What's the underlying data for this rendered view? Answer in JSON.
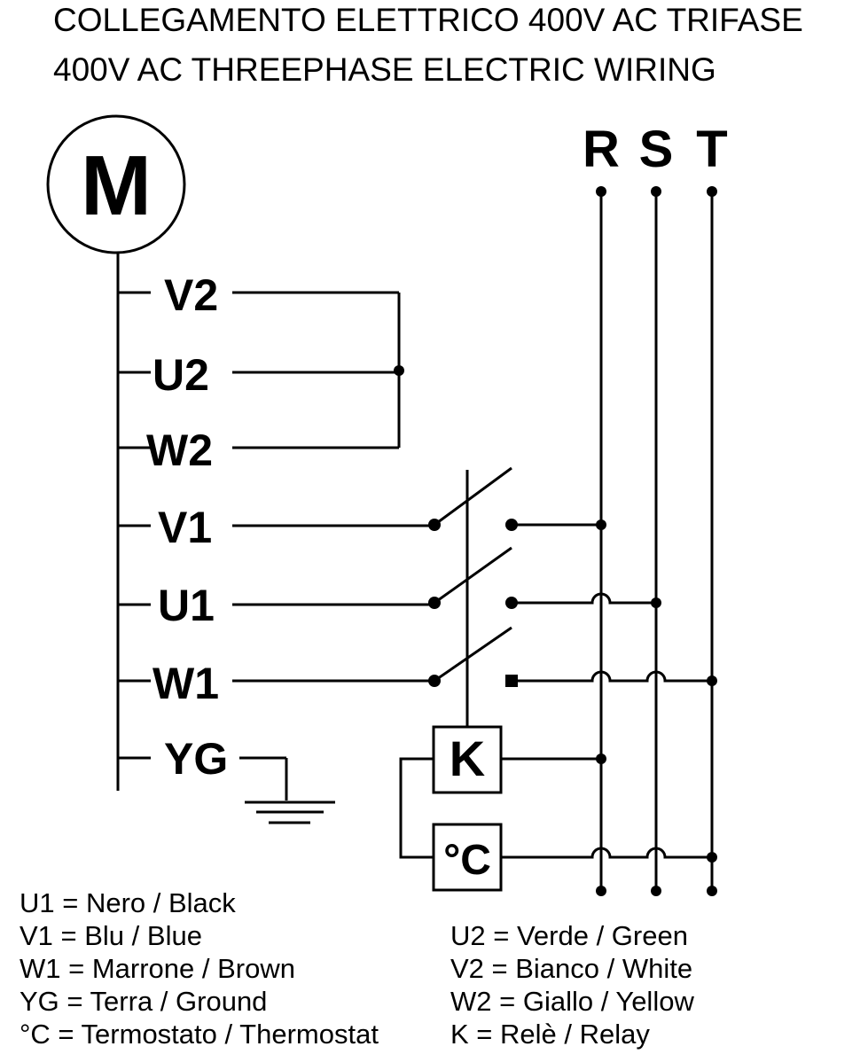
{
  "title": {
    "line1": "COLLEGAMENTO ELETTRICO 400V AC TRIFASE",
    "line2": "400V AC THREEPHASE ELECTRIC WIRING"
  },
  "motor": {
    "label": "M"
  },
  "phases": [
    "R",
    "S",
    "T"
  ],
  "terminals": [
    "V2",
    "U2",
    "W2",
    "V1",
    "U1",
    "W1",
    "YG"
  ],
  "relay": {
    "label": "K"
  },
  "thermostat": {
    "label": "°C"
  },
  "legend": {
    "left": [
      "U1 = Nero / Black",
      "V1 = Blu / Blue",
      "W1 = Marrone / Brown",
      "YG = Terra / Ground",
      "°C = Termostato / Thermostat"
    ],
    "right": [
      "U2 = Verde / Green",
      "V2 = Bianco / White",
      "W2 = Giallo / Yellow",
      "K = Relè / Relay"
    ]
  }
}
